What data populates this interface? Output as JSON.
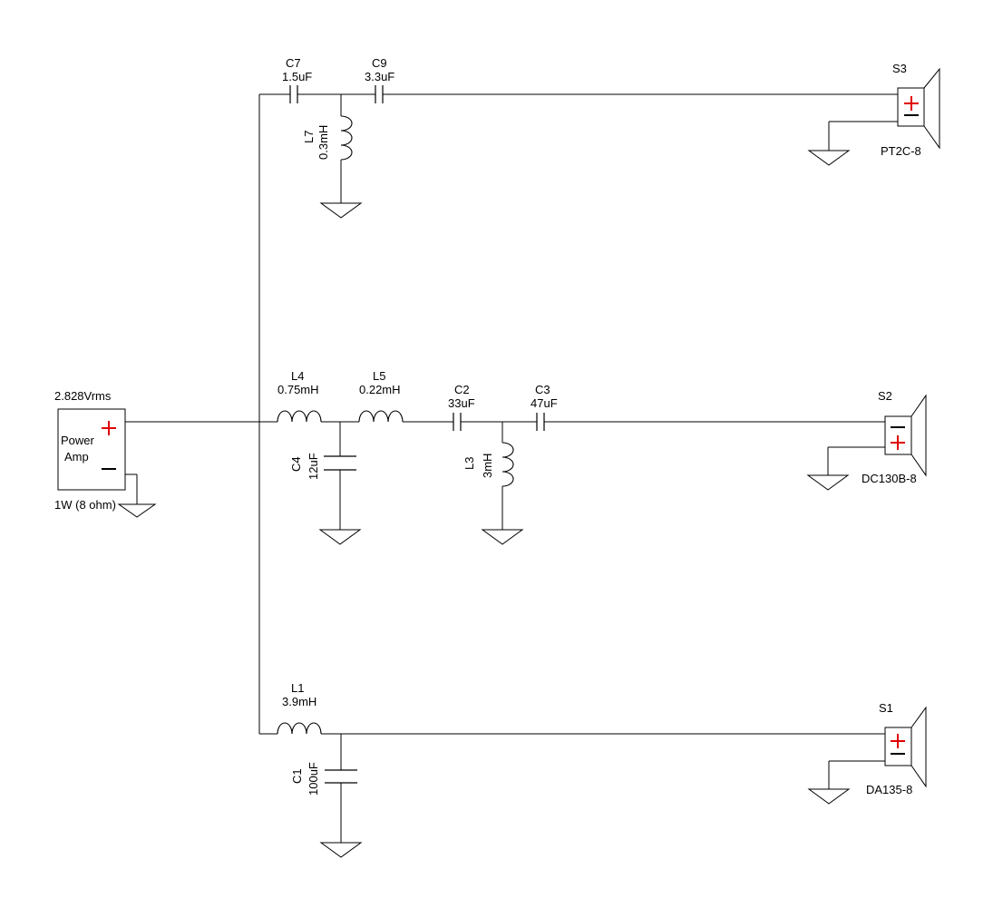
{
  "source": {
    "voltage": "2.828Vrms",
    "name_line1": "Power",
    "name_line2": "Amp",
    "rating": "1W (8 ohm)"
  },
  "components": {
    "C7": {
      "ref": "C7",
      "value": "1.5uF"
    },
    "C9": {
      "ref": "C9",
      "value": "3.3uF"
    },
    "L7": {
      "ref": "L7",
      "value": "0.3mH"
    },
    "L4": {
      "ref": "L4",
      "value": "0.75mH"
    },
    "L5": {
      "ref": "L5",
      "value": "0.22mH"
    },
    "C2": {
      "ref": "C2",
      "value": "33uF"
    },
    "C3": {
      "ref": "C3",
      "value": "47uF"
    },
    "C4": {
      "ref": "C4",
      "value": "12uF"
    },
    "L3": {
      "ref": "L3",
      "value": "3mH"
    },
    "L1": {
      "ref": "L1",
      "value": "3.9mH"
    },
    "C1": {
      "ref": "C1",
      "value": "100uF"
    }
  },
  "speakers": {
    "S3": {
      "ref": "S3",
      "model": "PT2C-8",
      "polarity": "normal"
    },
    "S2": {
      "ref": "S2",
      "model": "DC130B-8",
      "polarity": "reversed"
    },
    "S1": {
      "ref": "S1",
      "model": "DA135-8",
      "polarity": "normal"
    }
  },
  "colors": {
    "wire": "#000000",
    "polarity_plus": "#e00000",
    "background": "#ffffff"
  }
}
